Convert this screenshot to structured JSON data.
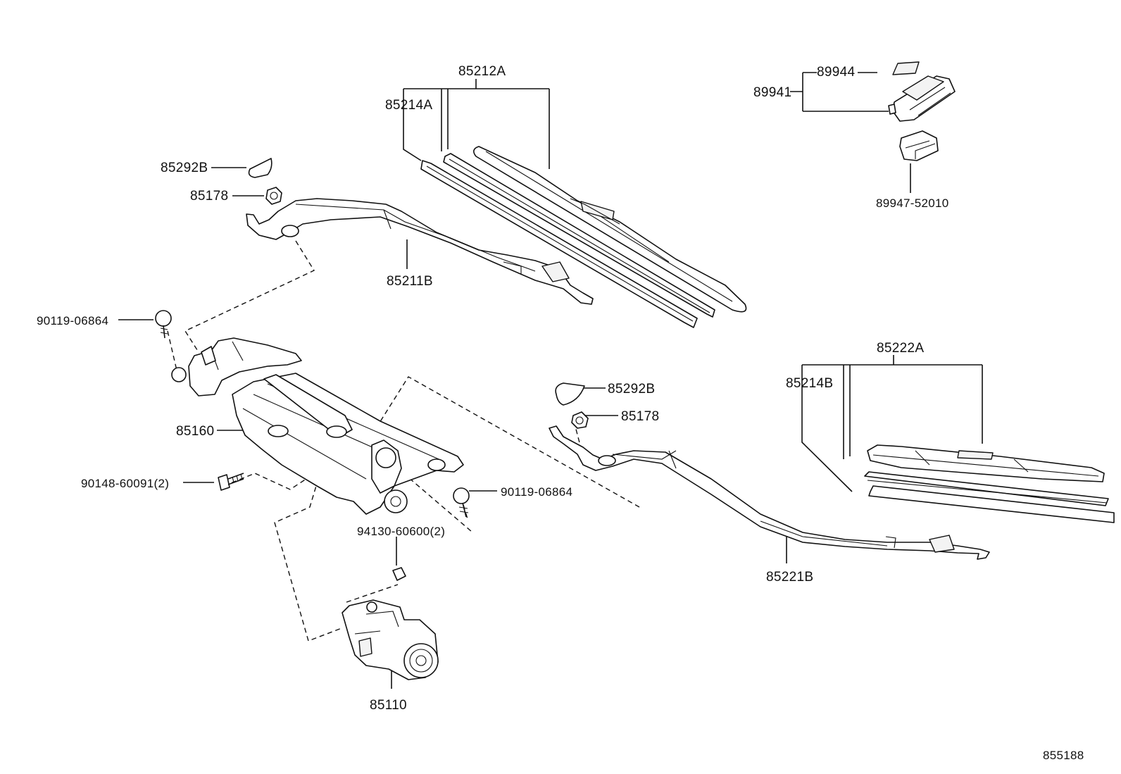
{
  "diagram": {
    "figure_code": "855188",
    "parts": [
      {
        "id": "p85212A",
        "label": "85212A"
      },
      {
        "id": "p85214A",
        "label": "85214A"
      },
      {
        "id": "p85292B_top",
        "label": "85292B"
      },
      {
        "id": "p85178_top",
        "label": "85178"
      },
      {
        "id": "p85211B",
        "label": "85211B"
      },
      {
        "id": "p90119_left",
        "label": "90119-06864"
      },
      {
        "id": "p85160",
        "label": "85160"
      },
      {
        "id": "p90148",
        "label": "90148-60091(2)"
      },
      {
        "id": "p90119_mid",
        "label": "90119-06864"
      },
      {
        "id": "p94130",
        "label": "94130-60600(2)"
      },
      {
        "id": "p85110",
        "label": "85110"
      },
      {
        "id": "p89944",
        "label": "89944"
      },
      {
        "id": "p89941",
        "label": "89941"
      },
      {
        "id": "p89947",
        "label": "89947-52010"
      },
      {
        "id": "p85222A",
        "label": "85222A"
      },
      {
        "id": "p85214B",
        "label": "85214B"
      },
      {
        "id": "p85292B_right",
        "label": "85292B"
      },
      {
        "id": "p85178_right",
        "label": "85178"
      },
      {
        "id": "p85221B",
        "label": "85221B"
      }
    ]
  }
}
